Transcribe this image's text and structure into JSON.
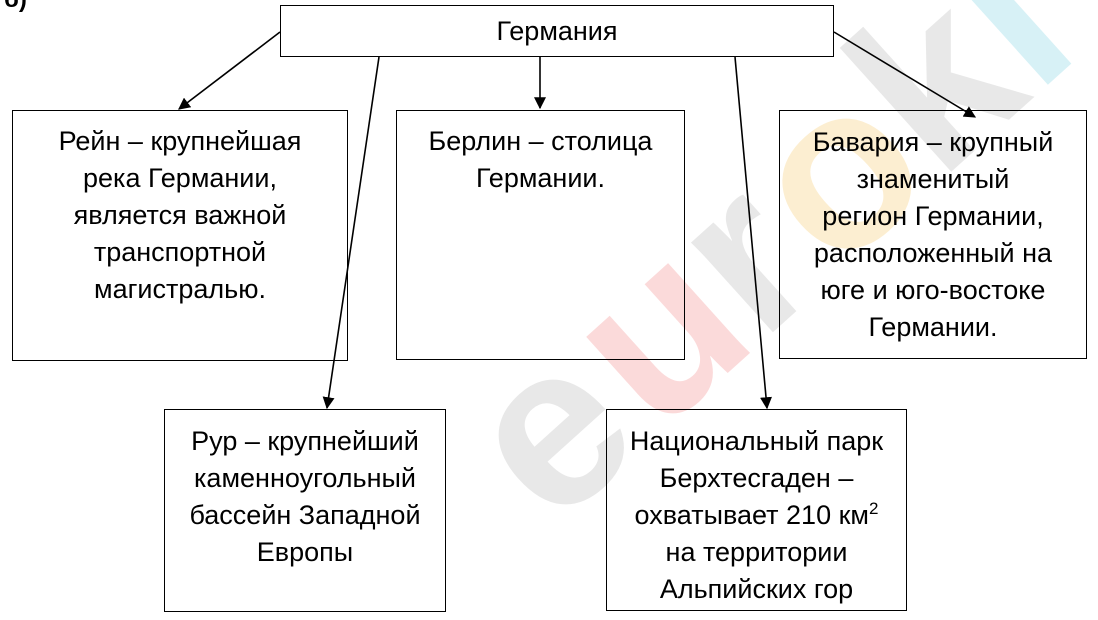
{
  "corner_label": "б)",
  "watermark_text": "euroki",
  "nodes": {
    "root": {
      "text": "Германия"
    },
    "rhine": {
      "text": "Рейн – крупнейшая река Германии, является важной транспортной магистралью."
    },
    "berlin": {
      "text": "Берлин – столица Германии."
    },
    "bavaria": {
      "text": "Бавария – крупный знаменитый регион Германии, расположенный на юге и юго-востоке Германии."
    },
    "ruhr": {
      "text": "Рур – крупнейший каменноугольный бассейн Западной Европы"
    },
    "park": {
      "text_main": "Национальный парк Берхтесгаден – охватывает 210 км",
      "text_sup": "2",
      "text_tail": "на территории Альпийских гор"
    }
  },
  "colors": {
    "line": "#000000",
    "watermark_e": "#9a9a9a",
    "watermark_u": "#f15a5a",
    "watermark_r": "#9a9a9a",
    "watermark_o": "#f6b733",
    "watermark_k": "#9a9a9a",
    "watermark_i": "#4fc3d9"
  }
}
